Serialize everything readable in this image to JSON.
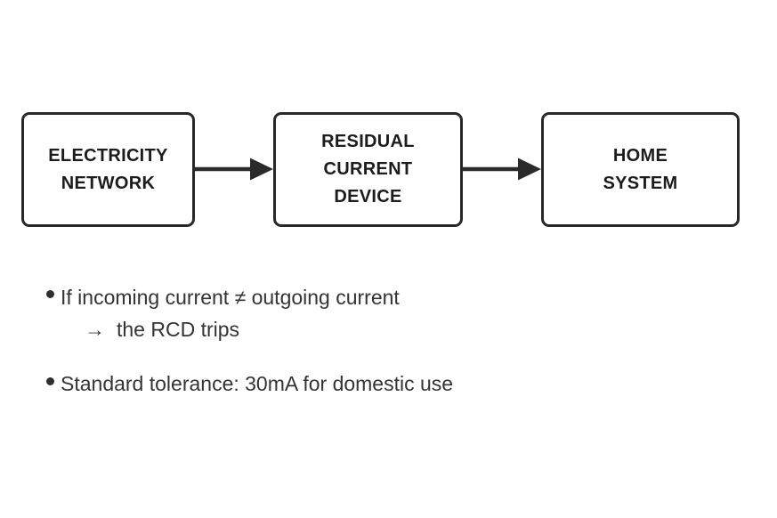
{
  "diagram": {
    "nodes": [
      {
        "label": "ELECTRICITY\nNETWORK"
      },
      {
        "label": "RESIDUAL\nCURRENT\nDEVICE"
      },
      {
        "label": "HOME\nSYSTEM"
      }
    ],
    "connector_icon": "right-arrow-icon"
  },
  "notes": [
    {
      "marker_icon": "bullet-icon",
      "text": "If incoming current ≠ outgoing current",
      "sub_marker": "→",
      "sub_text": "the RCD trips"
    },
    {
      "marker_icon": "bullet-icon",
      "text": "Standard tolerance: 30mA for domestic use"
    }
  ],
  "colors": {
    "background": "#ffffff",
    "box_border": "#282828",
    "box_text": "#1c1c1c",
    "arrow": "#2a2a2a",
    "note_text": "#343434"
  }
}
